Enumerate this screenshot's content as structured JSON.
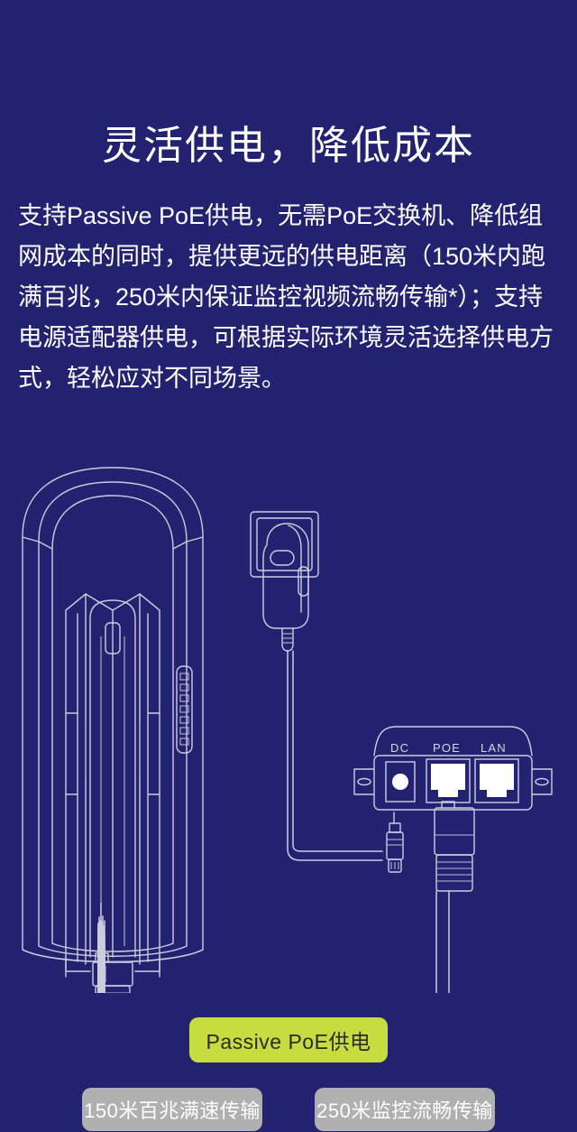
{
  "page": {
    "background_color": "#232270",
    "line_art_color": "#ccccdf",
    "accent_green": "#c5dd3e",
    "secondary_gray": "#b0b0b0"
  },
  "header": {
    "title": "灵活供电，降低成本"
  },
  "body": {
    "paragraph": "支持Passive PoE供电，无需PoE交换机、降低组网成本的同时，提供更远的供电距离（150米内跑满百兆，250米内保证监控视频流畅传输*）；支持电源适配器供电，可根据实际环境灵活选择供电方式，轻松应对不同场景。"
  },
  "illustration": {
    "device_label": "outdoor-cpe-antenna",
    "adapter_label": "wall-power-adapter",
    "injector": {
      "name": "poe-injector",
      "ports": [
        {
          "id": "dc",
          "label": "DC"
        },
        {
          "id": "poe",
          "label": "POE"
        },
        {
          "id": "lan",
          "label": "LAN"
        }
      ]
    }
  },
  "buttons": {
    "primary": {
      "label": "Passive PoE供电",
      "color": "#c5dd3e"
    },
    "secondary": [
      {
        "label": "150米百兆满速传输",
        "color": "#b0b0b0"
      },
      {
        "label": "250米监控流畅传输",
        "color": "#b0b0b0"
      }
    ]
  }
}
